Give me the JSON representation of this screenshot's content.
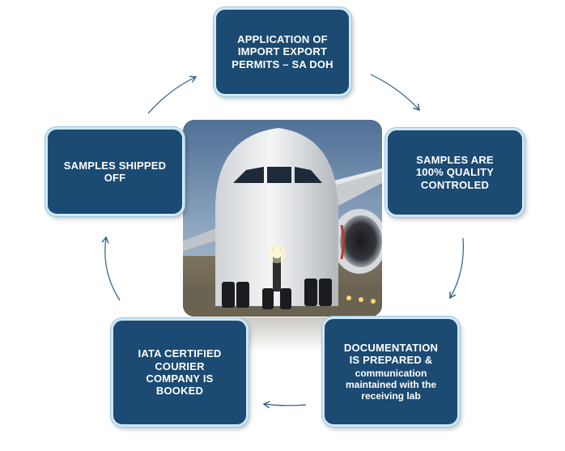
{
  "steps": [
    {
      "title": "APPLICATION OF\nIMPORT EXPORT\nPERMITS – SA DOH",
      "sub": ""
    },
    {
      "title": "SAMPLES ARE\n100% QUALITY\nCONTROLED",
      "sub": ""
    },
    {
      "title": "DOCUMENTATION\nIS PREPARED &",
      "sub": "communication\nmaintained with the\nreceiving lab"
    },
    {
      "title": "IATA CERTIFIED\nCOURIER\nCOMPANY IS\nBOOKED",
      "sub": ""
    },
    {
      "title": "SAMPLES SHIPPED\nOFF",
      "sub": ""
    }
  ],
  "colors": {
    "node_fill": "#1b4a72",
    "node_border": "#cfe7f5",
    "arrow": "#2a5e86",
    "text": "#ffffff"
  },
  "center_image": {
    "icon": "airplane-photo"
  }
}
